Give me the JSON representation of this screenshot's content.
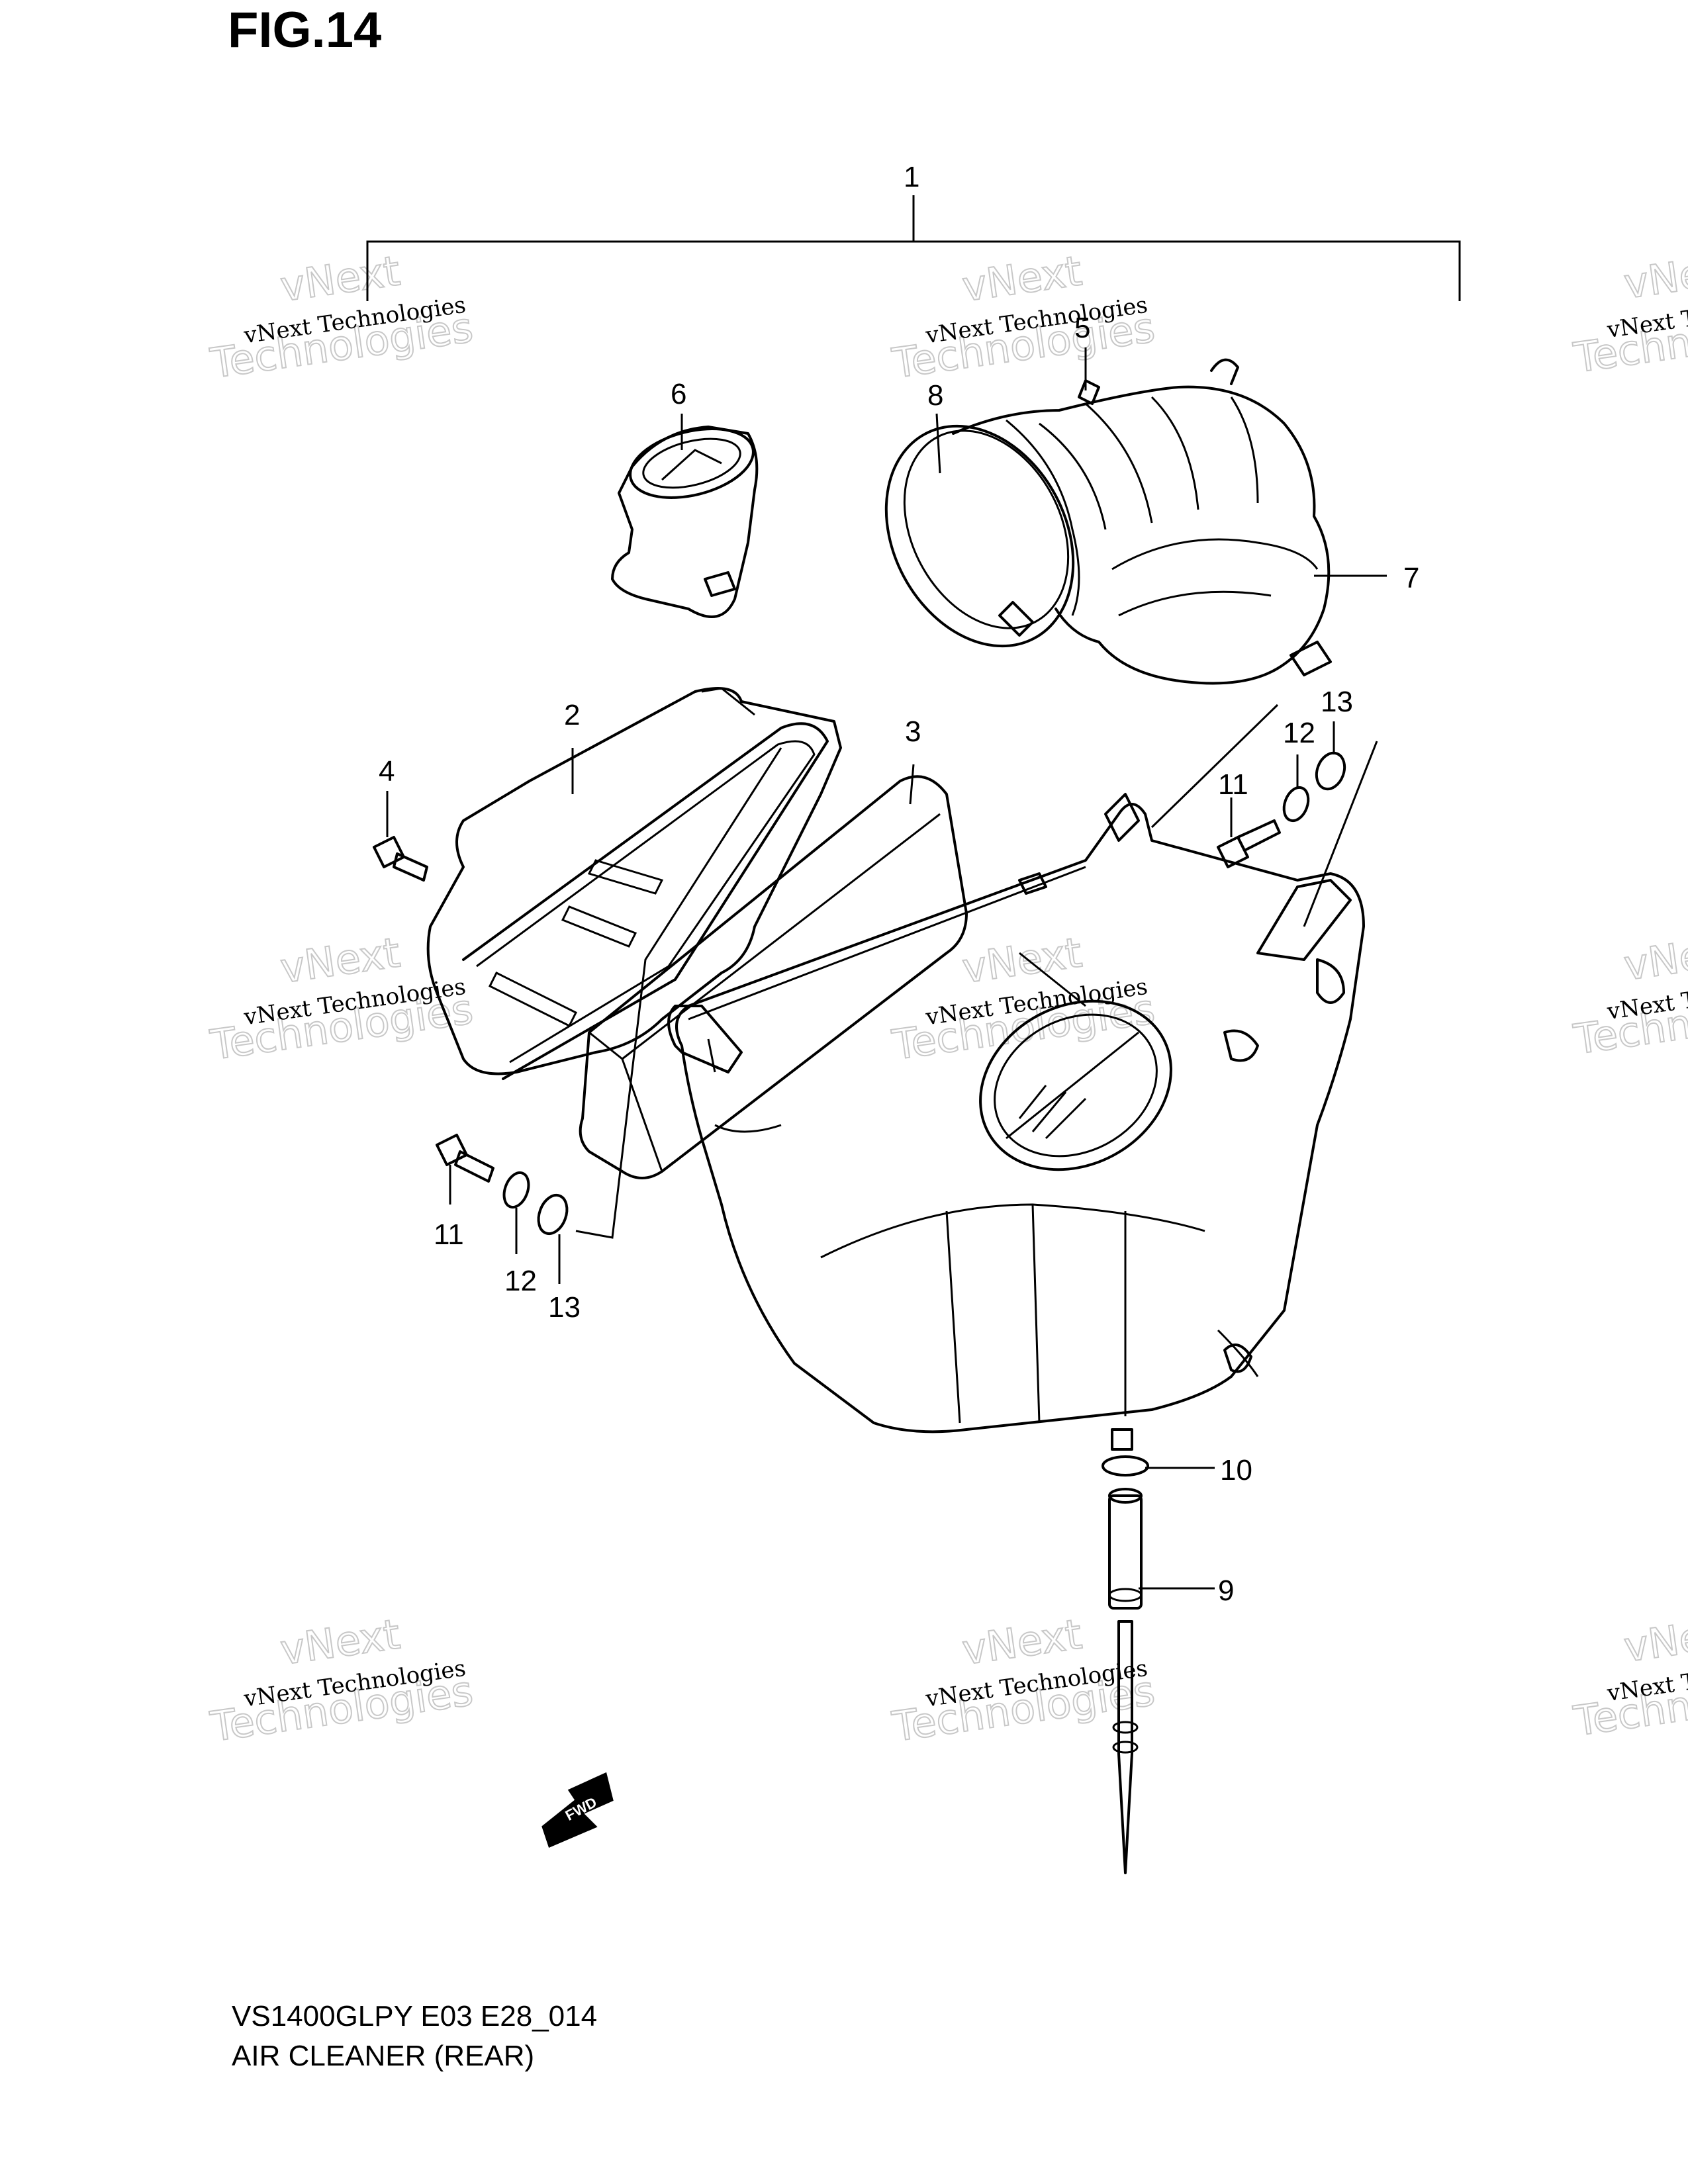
{
  "figure": {
    "title": "FIG.14",
    "model_code": "VS1400GLPY E03 E28_014",
    "section_name": "AIR CLEANER (REAR)"
  },
  "watermark": {
    "small_text": "vNext Technologies",
    "big_text_1": "vNext",
    "big_text_2": "Technologies"
  },
  "fwd_label": "FWD",
  "callouts": {
    "c1": "1",
    "c2": "2",
    "c3": "3",
    "c4": "4",
    "c5": "5",
    "c6": "6",
    "c7": "7",
    "c8": "8",
    "c9": "9",
    "c10": "10",
    "c11a": "11",
    "c11b": "11",
    "c12a": "12",
    "c12b": "12",
    "c13a": "13",
    "c13b": "13"
  }
}
